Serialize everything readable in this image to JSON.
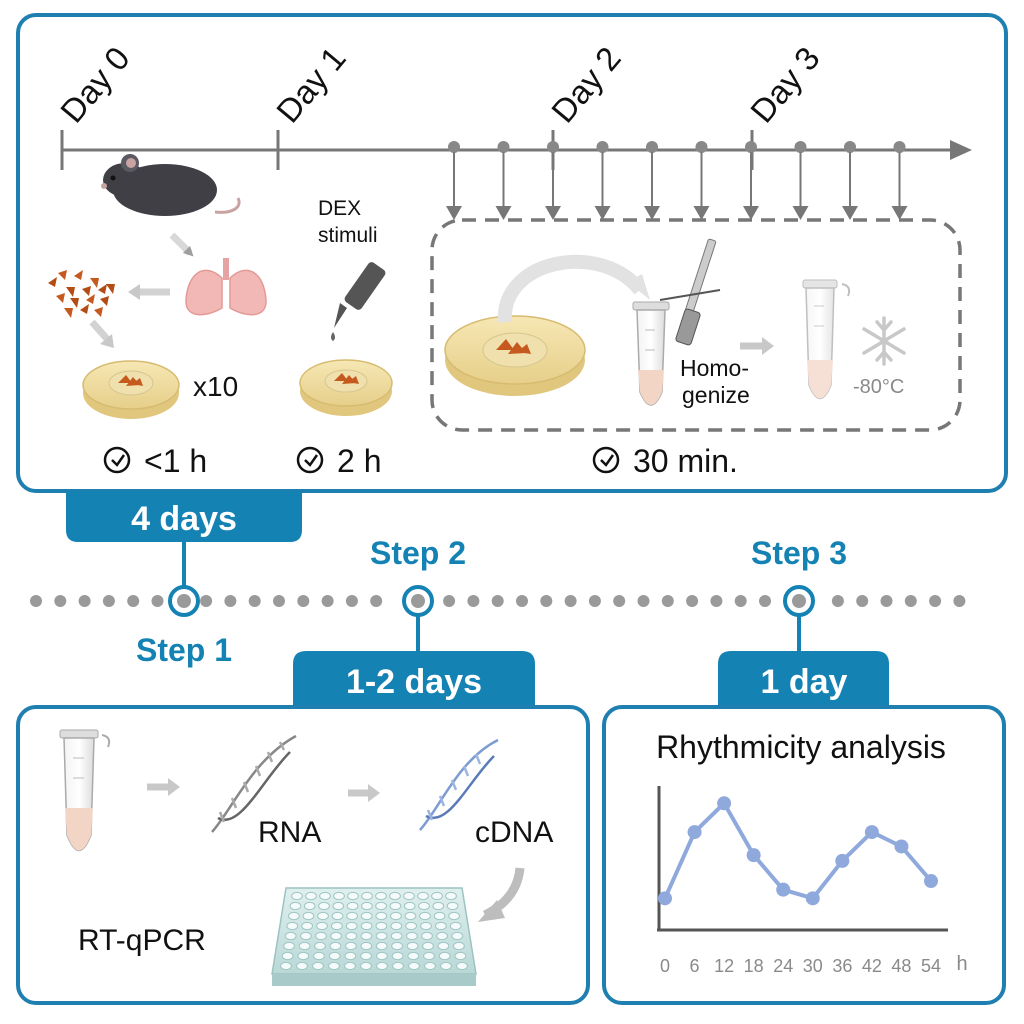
{
  "colors": {
    "accent": "#1582b4",
    "panel_border": "#1f7fb0",
    "arrow_grey": "#777777",
    "curve": "#8fa9dd",
    "tissue": "#c65a1e"
  },
  "timeline": {
    "days": [
      "Day 0",
      "Day 1",
      "Day 2",
      "Day 3"
    ],
    "labels": {
      "x10": "x10",
      "dex_line1": "DEX",
      "dex_line2": "stimuli",
      "homo_line1": "Homo-",
      "homo_line2": "genize",
      "freeze": "-80°C"
    },
    "durations": [
      "<1 h",
      "2 h",
      "30 min."
    ]
  },
  "tabs": {
    "step1": "4 days",
    "step2": "1-2 days",
    "step3": "1 day"
  },
  "steps": {
    "step1": "Step 1",
    "step2": "Step 2",
    "step3": "Step 3"
  },
  "step2_panel": {
    "rna": "RNA",
    "cdna": "cDNA",
    "rtqpcr": "RT-qPCR"
  },
  "step3_panel": {
    "title": "Rhythmicity analysis"
  },
  "chart_data": {
    "type": "line",
    "title": "Rhythmicity analysis",
    "x": [
      0,
      6,
      12,
      18,
      24,
      30,
      36,
      42,
      48,
      54
    ],
    "x_unit": "h",
    "series": [
      {
        "values": [
          0.22,
          0.68,
          0.88,
          0.52,
          0.28,
          0.22,
          0.48,
          0.68,
          0.58,
          0.34
        ]
      }
    ],
    "ylim": [
      0,
      1
    ],
    "grid": false,
    "legend": "none"
  }
}
